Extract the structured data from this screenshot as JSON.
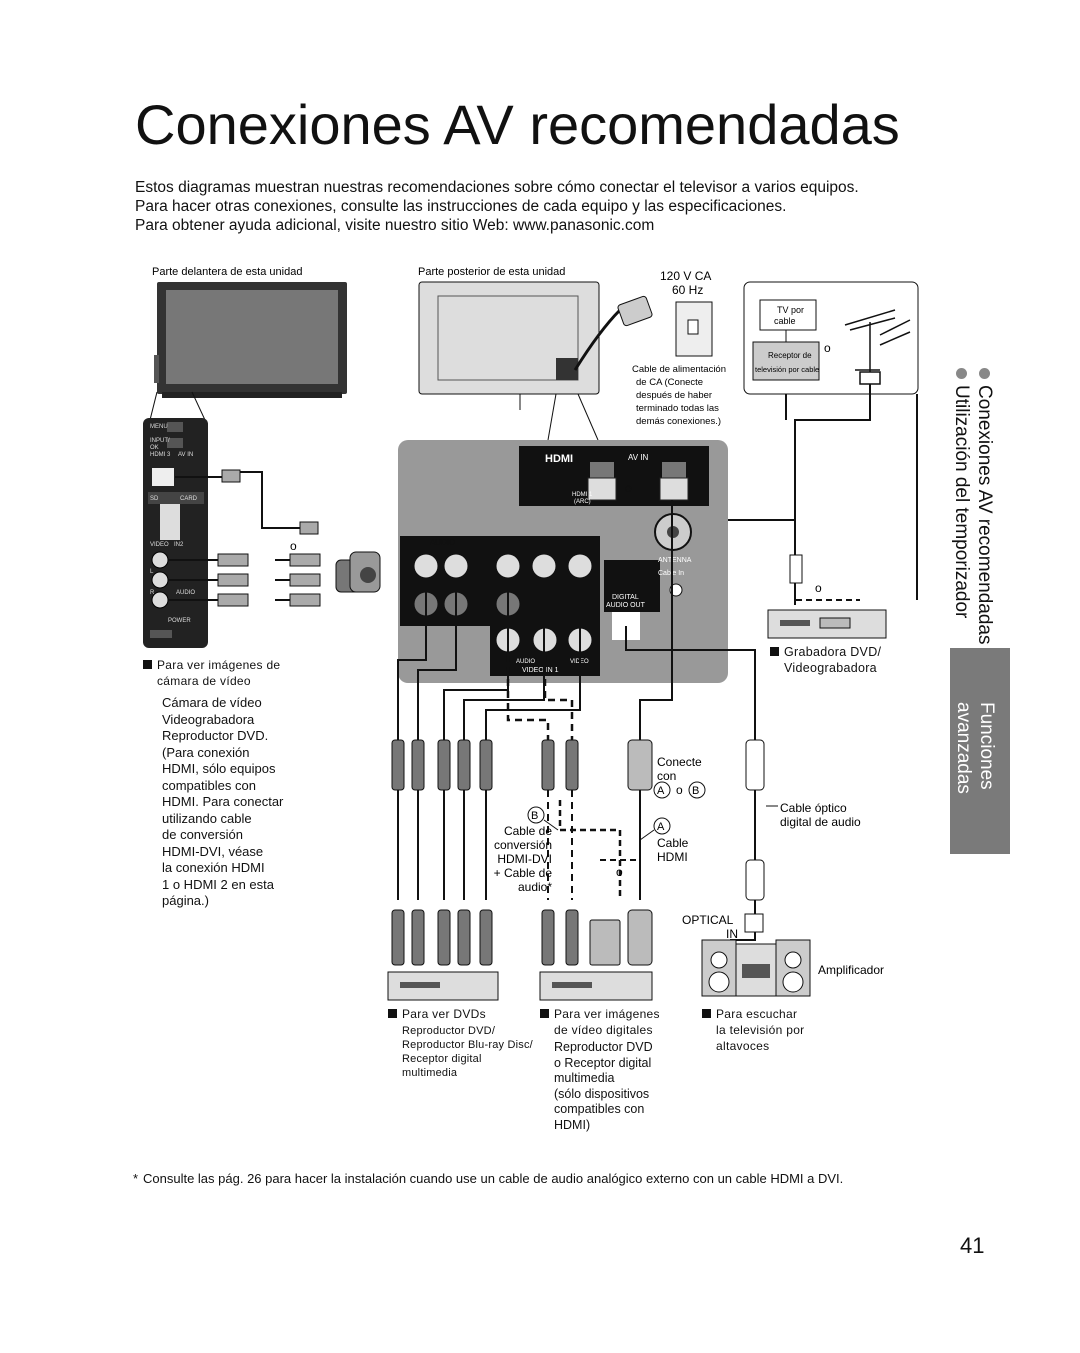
{
  "title": "Conexiones AV recomendadas",
  "intro": {
    "line1": "Estos diagramas muestran nuestras recomendaciones sobre cómo conectar el televisor a varios equipos.",
    "line2": "Para hacer otras conexiones, consulte las instrucciones de cada equipo y las especificaciones.",
    "line3": "Para obtener ayuda adicional, visite nuestro sitio Web: www.panasonic.com"
  },
  "labels": {
    "front_unit": "Parte delantera de esta unidad",
    "rear_unit": "Parte posterior de esta unidad",
    "voltage": "120 V CA",
    "frequency": "60 Hz",
    "power_cord": [
      "Cable de alimentación",
      "de CA (Conecte",
      "después de haber",
      "terminado todas las",
      "demás conexiones.)"
    ],
    "tv_cable": [
      "TV por",
      "cable"
    ],
    "cable_receiver": [
      "Receptor de",
      "televisión por cable"
    ],
    "or": "o",
    "hdmi_logo": "HDMI",
    "av_in": "AV IN",
    "hdmi1": "HDMI 1",
    "arc": "(ARC)",
    "audio": "AUDIO",
    "antenna": "ANTENNA",
    "cable_in": "Cable In",
    "digital_audio_out": [
      "DIGITAL",
      "AUDIO OUT"
    ],
    "video_in1": "VIDEO IN 1",
    "audio_small": "AUDIO",
    "video_small": "VIDEO",
    "side_panel": [
      "MENU",
      "INPUT/",
      "OK",
      "HDMI 3",
      "AV IN",
      "SD",
      "CARD",
      "VIDEO",
      "IN2",
      "L",
      "AUDIO",
      "R",
      "POWER"
    ],
    "optical_in": [
      "OPTICAL",
      "IN"
    ],
    "amplifier": "Amplificador",
    "connect_with": [
      "Conecte",
      "con"
    ],
    "a": "A",
    "b": "B",
    "hdmi_cable": [
      "Cable",
      "HDMI"
    ],
    "conv_cable": [
      "Cable de",
      "conversión",
      "HDMI-DVI",
      "+ Cable de",
      "audio*"
    ],
    "optical_cable": [
      "Cable óptico",
      "digital de audio"
    ]
  },
  "camera_section": {
    "heading": [
      "Para ver imágenes de",
      "cámara de vídeo"
    ],
    "body": [
      "Cámara de vídeo",
      "Videograbadora",
      "Reproductor DVD.",
      "(Para conexión",
      "HDMI, sólo equipos",
      "compatibles con",
      "HDMI. Para conectar",
      "utilizando cable",
      "de conversión",
      "HDMI-DVI, véase",
      "la conexión HDMI",
      "1 o HDMI 2 en esta",
      "página.)"
    ]
  },
  "recorder_section": {
    "heading": [
      "Grabadora DVD/",
      "Videograbadora"
    ]
  },
  "dvd_section": {
    "heading": "Para ver DVDs",
    "body": [
      "Reproductor DVD/",
      "Reproductor Blu-ray Disc/",
      "Receptor digital",
      "multimedia"
    ]
  },
  "digital_section": {
    "heading": [
      "Para ver imágenes",
      "de vídeo digitales"
    ],
    "body": [
      "Reproductor DVD",
      "o Receptor digital",
      "multimedia",
      "(sólo dispositivos",
      "compatibles con",
      "HDMI)"
    ]
  },
  "speaker_section": {
    "heading": [
      "Para escuchar",
      "la televisión por",
      "altavoces"
    ]
  },
  "side_nav": {
    "item1": "Conexiones AV recomendadas",
    "item2": "Utilización del temporizador",
    "tab": [
      "Funciones",
      "avanzadas"
    ]
  },
  "footnote": {
    "star": "*",
    "text": "Consulte las pág. 26 para hacer la instalación cuando use un cable de audio analógico externo con un cable HDMI a DVI."
  },
  "page_number": "41"
}
